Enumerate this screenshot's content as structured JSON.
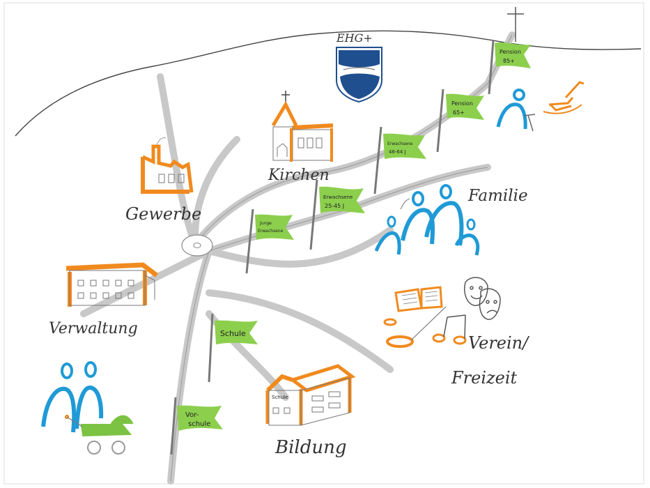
{
  "labels": {
    "crest": "EHG+",
    "kirchen": "Kirchen",
    "gewerbe": "Gewerbe",
    "verwaltung": "Verwaltung",
    "familie": "Familie",
    "verein": "Verein/",
    "freizeit": "Freizeit",
    "bildung": "Bildung",
    "schule_building": "Schule"
  },
  "flags": {
    "pension85": [
      "Pension",
      "85+"
    ],
    "pension65": [
      "Pension",
      "65+"
    ],
    "erw4664": [
      "Erwachsene",
      "46-64 J"
    ],
    "erw2545": [
      "Erwachsene",
      "25-45 J"
    ],
    "junge": [
      "Junge",
      "Erwachsene"
    ],
    "schule": [
      "Schule"
    ],
    "vorschule": [
      "Vor-",
      "schule"
    ]
  },
  "colors": {
    "orange": "#f08a1e",
    "blue": "#1f9ad6",
    "green": "#7cc243",
    "flag_green": "#8ccf4d",
    "navy": "#1f4f8e",
    "road": "#c8c8c8"
  }
}
